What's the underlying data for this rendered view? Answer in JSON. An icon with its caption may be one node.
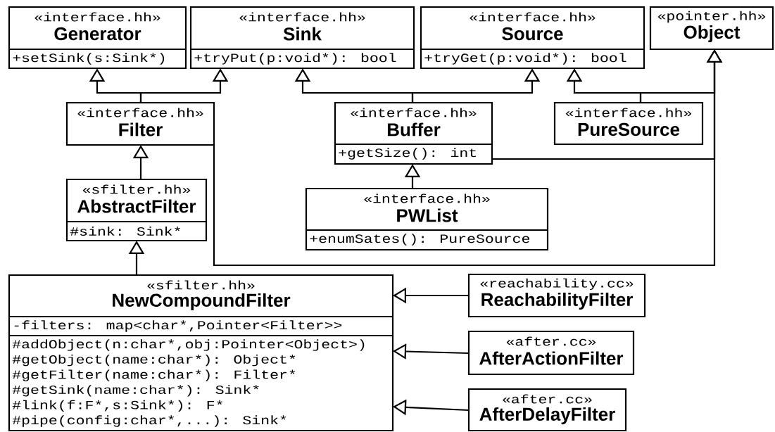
{
  "diagram": {
    "nodes": [
      {
        "text": [
          "«interface.hh»",
          "Generator",
          "+setSink(s:Sink*)"
        ]
      },
      {
        "text": [
          "«interface.hh»",
          "Sink",
          "+tryPut(p:void*): bool"
        ]
      },
      {
        "text": [
          "«interface.hh»",
          "Source",
          "+tryGet(p:void*): bool"
        ]
      },
      {
        "text": [
          "«pointer.hh»",
          "Object"
        ]
      },
      {
        "text": [
          "«interface.hh»",
          "Filter"
        ]
      },
      {
        "text": [
          "«interface.hh»",
          "Buffer",
          "+getSize(): int"
        ]
      },
      {
        "text": [
          "«interface.hh»",
          "PureSource"
        ]
      },
      {
        "text": [
          "«sfilter.hh»",
          "AbstractFilter",
          "#sink: Sink*"
        ]
      },
      {
        "text": [
          "«interface.hh»",
          "PWList",
          "+enumSates(): PureSource"
        ]
      },
      {
        "text": [
          "«sfilter.hh»",
          "NewCompoundFilter",
          "-filters: map<char*,Pointer<Filter>>",
          "#addObject(n:char*,obj:Pointer<Object>)",
          "#getObject(name:char*): Object*",
          "#getFilter(name:char*): Filter*",
          "#getSink(name:char*): Sink*",
          "#link(f:F*,s:Sink*): F*",
          "#pipe(config:char*,...): Sink*"
        ]
      },
      {
        "text": [
          "«reachability.cc»",
          "ReachabilityFilter"
        ]
      },
      {
        "text": [
          "«after.cc»",
          "AfterActionFilter"
        ]
      },
      {
        "text": [
          "«after.cc»",
          "AfterDelayFilter"
        ]
      }
    ],
    "edges": [
      {
        "from": 4,
        "to": 0,
        "arrow": "to"
      },
      {
        "from": 4,
        "to": 1,
        "arrow": "to"
      },
      {
        "from": 5,
        "to": 1,
        "arrow": "to"
      },
      {
        "from": 5,
        "to": 2,
        "arrow": "to"
      },
      {
        "from": 6,
        "to": 2,
        "arrow": "to"
      },
      {
        "from": 6,
        "to": 3,
        "arrow": "to"
      },
      {
        "from": 5,
        "to": 3,
        "arrow": "to"
      },
      {
        "from": 4,
        "to": 3,
        "arrow": "to"
      },
      {
        "from": 7,
        "to": 4,
        "arrow": "to"
      },
      {
        "from": 8,
        "to": 5,
        "arrow": "to"
      },
      {
        "from": 9,
        "to": 7,
        "arrow": "to"
      },
      {
        "from": 10,
        "to": 9,
        "arrow": "to"
      },
      {
        "from": 11,
        "to": 9,
        "arrow": "to"
      },
      {
        "from": 12,
        "to": 9,
        "arrow": "to"
      }
    ]
  }
}
